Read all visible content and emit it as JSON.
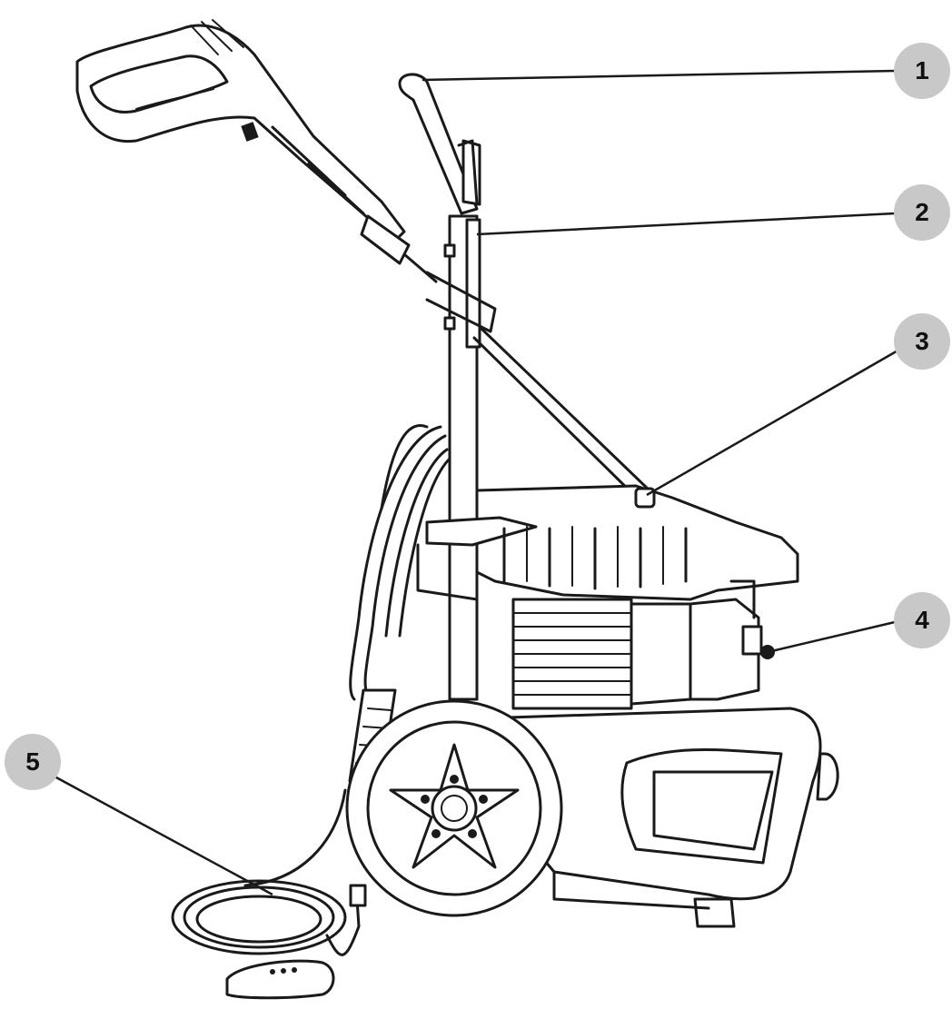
{
  "colors": {
    "badge_fill": "#c8c8c8",
    "line": "#1a1a1a",
    "background": "#ffffff"
  },
  "callouts": [
    {
      "number": "1",
      "part": "handle-top"
    },
    {
      "number": "2",
      "part": "gun-holder-bracket"
    },
    {
      "number": "3",
      "part": "frame-brace"
    },
    {
      "number": "4",
      "part": "pump-outlet"
    },
    {
      "number": "5",
      "part": "power-cord-gfci"
    }
  ]
}
